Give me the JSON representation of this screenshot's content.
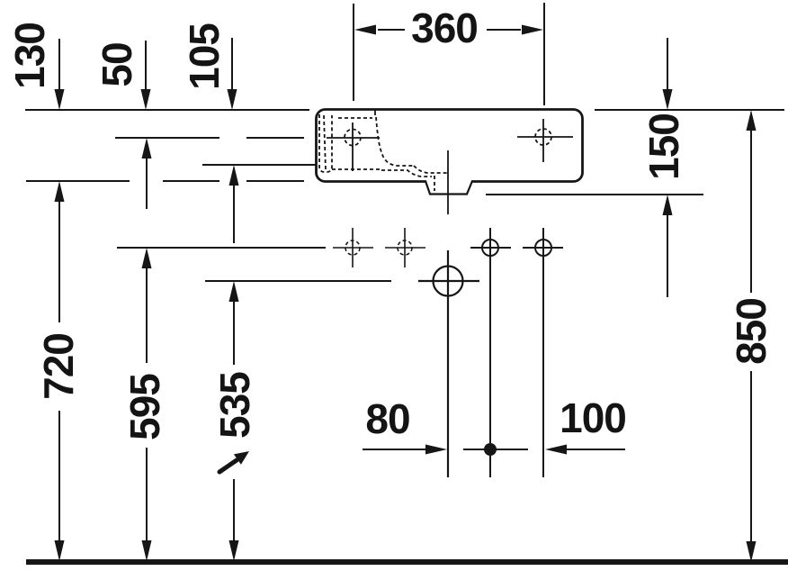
{
  "drawing": {
    "colors": {
      "ink": "#161616",
      "background": "#ffffff"
    },
    "labels": {
      "d130": "130",
      "d50": "50",
      "d105": "105",
      "d360": "360",
      "d150": "150",
      "d850": "850",
      "d720": "720",
      "d595": "595",
      "d535": "535",
      "d80": "80",
      "d100": "100"
    }
  }
}
